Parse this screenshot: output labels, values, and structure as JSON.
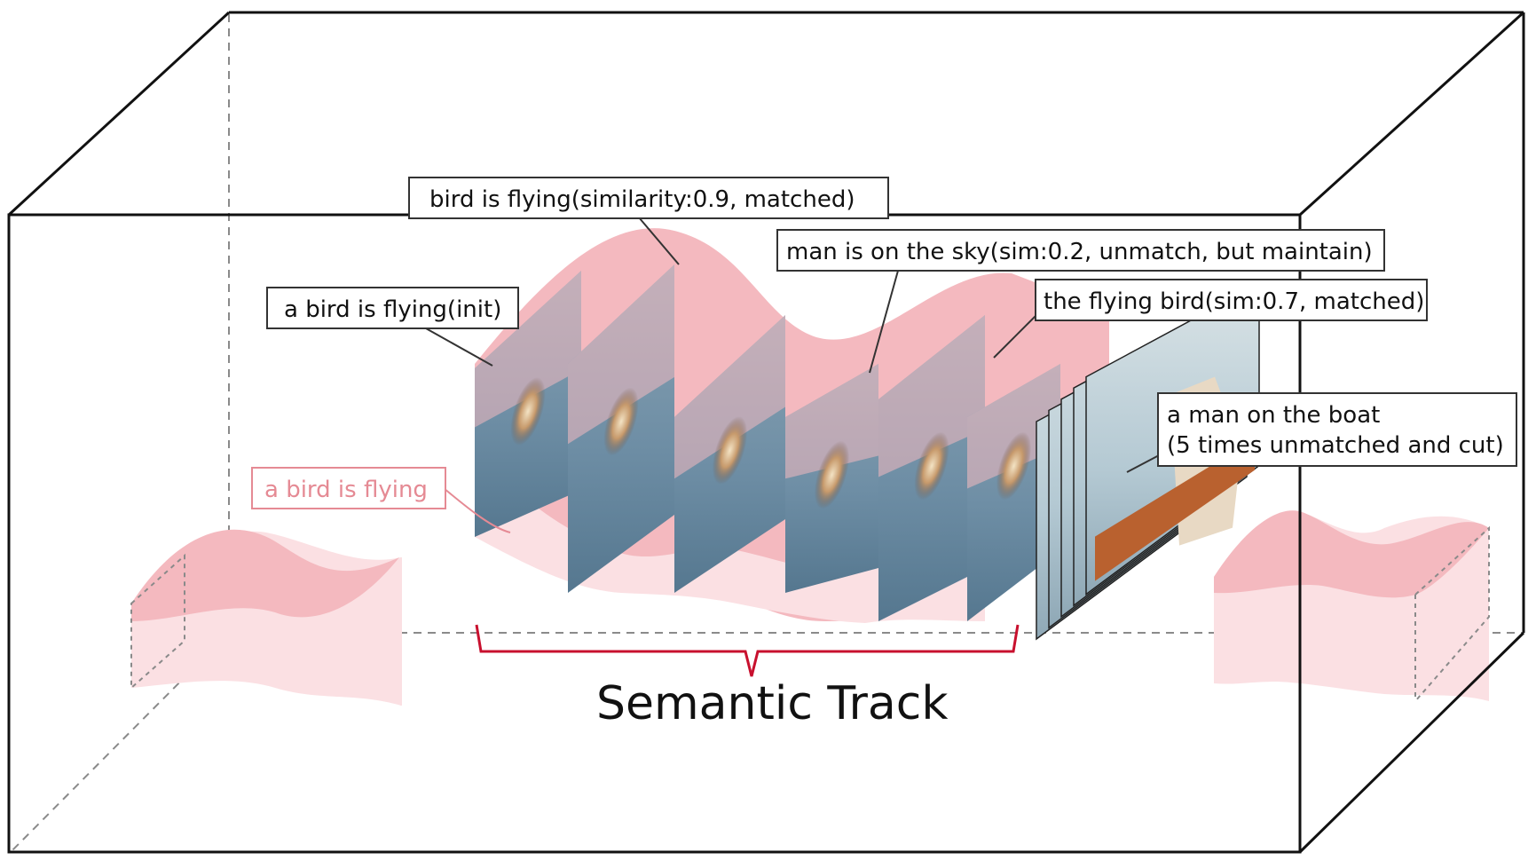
{
  "labels": {
    "init": "a bird is flying(init)",
    "matched_09": "bird is flying(similarity:0.9, matched)",
    "sky": "man is on the sky(sim:0.2, unmatch, but maintain)",
    "flying_bird": "the flying bird(sim:0.7, matched)",
    "boat_line1": "a man on the boat",
    "boat_line2": "(5 times unmatched and cut)",
    "pink_caption": "a bird is flying"
  },
  "title": "Semantic Track",
  "colors": {
    "track_pink": "#f4b9bf",
    "track_pink_light": "#fbe0e3",
    "accent_red": "#c8102e",
    "pink_text": "#e58a94",
    "box_line": "#111111",
    "frame_sea": "#6f8fa6",
    "frame_sky": "#a7c4d4"
  }
}
